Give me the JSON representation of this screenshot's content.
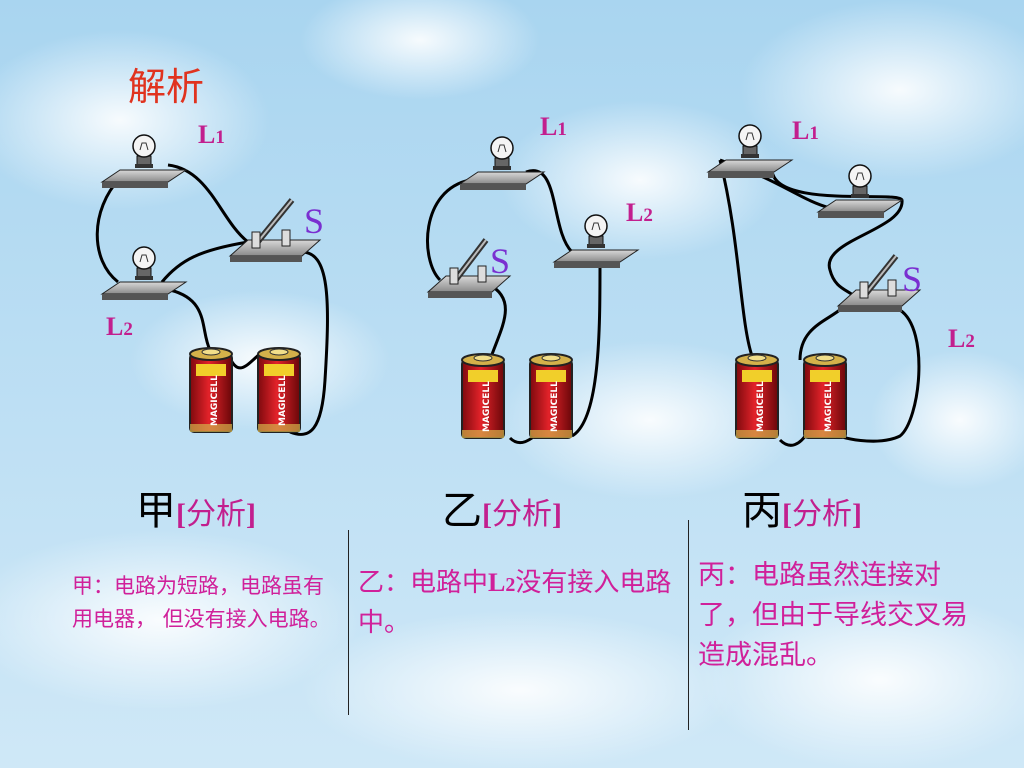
{
  "title": "解析",
  "panels": [
    {
      "labels": {
        "L1": "L",
        "L1_sub": "1",
        "L2": "L",
        "L2_sub": "2",
        "S": "S"
      },
      "heading": "甲",
      "heading_tag": "分析",
      "note": "甲：电路为短路，电路虽有用电器， 但没有接入电路。"
    },
    {
      "labels": {
        "L1": "L",
        "L1_sub": "1",
        "L2": "L",
        "L2_sub": "2",
        "S": "S"
      },
      "heading": "乙",
      "heading_tag": "分析",
      "note_pre": "乙：电路中",
      "note_L": "L",
      "note_sub": "2",
      "note_post": "没有接入电路中。"
    },
    {
      "labels": {
        "L1": "L",
        "L1_sub": "1",
        "L2": "L",
        "L2_sub": "2",
        "S": "S"
      },
      "heading": "丙",
      "heading_tag": "分析",
      "note": "丙：电路虽然连接对了，但由于导线交叉易造成混乱。"
    }
  ],
  "battery_text": "MAGICELL",
  "colors": {
    "title": "#e0331f",
    "label": "#c21f8e",
    "switch_label": "#7a2fd0",
    "note": "#d0209a",
    "battery": "#c8141a"
  }
}
